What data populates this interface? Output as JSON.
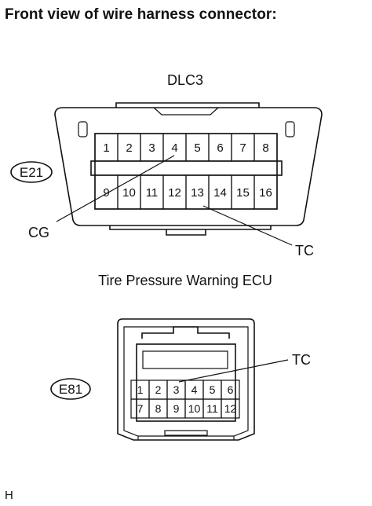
{
  "heading": "Front view of wire harness connector:",
  "dlc3": {
    "title": "DLC3",
    "code": "E21",
    "top_pins": [
      "1",
      "2",
      "3",
      "4",
      "5",
      "6",
      "7",
      "8"
    ],
    "bottom_pins": [
      "9",
      "10",
      "11",
      "12",
      "13",
      "14",
      "15",
      "16"
    ],
    "callouts": {
      "cg": "CG",
      "tc": "TC"
    }
  },
  "ecu": {
    "title": "Tire Pressure Warning ECU",
    "code": "E81",
    "row1": [
      "1",
      "2",
      "3",
      "4",
      "5",
      "6"
    ],
    "row2": [
      "7",
      "8",
      "9",
      "10",
      "11",
      "12"
    ],
    "callouts": {
      "tc": "TC"
    }
  },
  "footer_letter": "H"
}
